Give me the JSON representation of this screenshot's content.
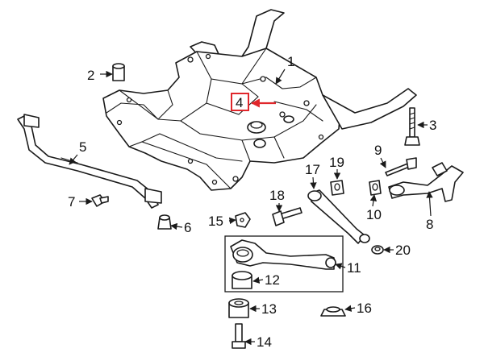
{
  "callouts": [
    {
      "id": "c1",
      "text": "1"
    },
    {
      "id": "c2",
      "text": "2"
    },
    {
      "id": "c3",
      "text": "3"
    },
    {
      "id": "c4",
      "text": "4"
    },
    {
      "id": "c5",
      "text": "5"
    },
    {
      "id": "c6",
      "text": "6"
    },
    {
      "id": "c7",
      "text": "7"
    },
    {
      "id": "c8",
      "text": "8"
    },
    {
      "id": "c9",
      "text": "9"
    },
    {
      "id": "c10",
      "text": "10"
    },
    {
      "id": "c11",
      "text": "11"
    },
    {
      "id": "c12",
      "text": "12"
    },
    {
      "id": "c13",
      "text": "13"
    },
    {
      "id": "c14",
      "text": "14"
    },
    {
      "id": "c15",
      "text": "15"
    },
    {
      "id": "c16",
      "text": "16"
    },
    {
      "id": "c17",
      "text": "17"
    },
    {
      "id": "c18",
      "text": "18"
    },
    {
      "id": "c19",
      "text": "19"
    },
    {
      "id": "c20",
      "text": "20"
    }
  ],
  "colors": {
    "line": "#1a1a1a",
    "highlight": "#e0262b",
    "background": "#ffffff"
  }
}
